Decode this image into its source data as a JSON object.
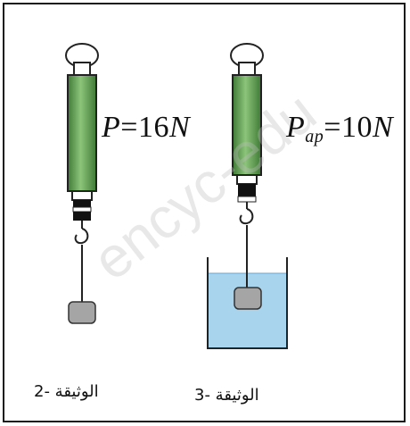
{
  "figure": {
    "left_panel": {
      "formula_symbol": "P",
      "formula_eq": "=",
      "formula_value": "16",
      "formula_unit": "N",
      "caption": "الوثيقة -2"
    },
    "right_panel": {
      "formula_symbol": "P",
      "formula_subscript": "ap",
      "formula_eq": "=",
      "formula_value": "10",
      "formula_unit": "N",
      "caption": "الوثيقة -3"
    },
    "watermark_text": "encyc-edu"
  },
  "colors": {
    "spring_green": "#5f9c52",
    "water_blue": "#a9d4ee",
    "weight_gray": "#a5a5a5"
  }
}
